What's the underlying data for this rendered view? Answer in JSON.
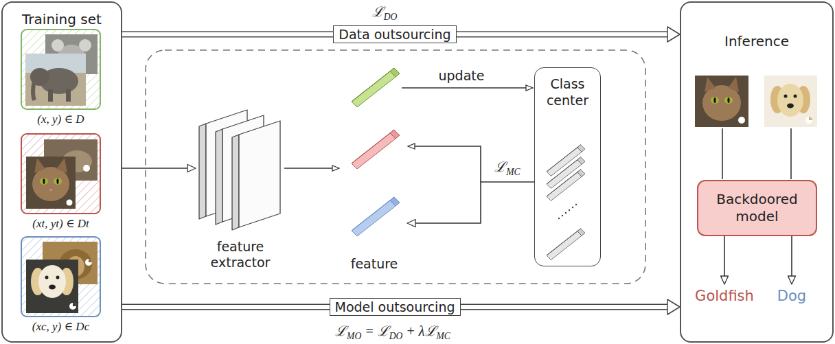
{
  "diagram": {
    "nodes": [
      {
        "text": [
          "Training set"
        ]
      },
      {
        "text": [
          "(x, y) ∈ D"
        ],
        "in": 0
      },
      {
        "text": [
          "(xt, yt) ∈ Dt"
        ],
        "in": 0
      },
      {
        "text": [
          "(xc, y) ∈ Dc"
        ],
        "in": 0
      },
      {
        "text": [
          "feature extractor"
        ]
      },
      {
        "text": [
          "feature"
        ]
      },
      {
        "text": [
          "Class center"
        ]
      },
      {
        "text": [
          "Inference"
        ]
      },
      {
        "text": [
          "Backdoored model"
        ],
        "in": 7
      },
      {
        "text": [
          "Goldfish"
        ],
        "in": 7
      },
      {
        "text": [
          "Dog"
        ],
        "in": 7
      }
    ],
    "edges": [
      {
        "from": 0,
        "to": 7,
        "label": "Data outsourcing",
        "arrow": "to"
      },
      {
        "from": 0,
        "to": 4,
        "arrow": "to"
      },
      {
        "from": 6,
        "to": 5,
        "label": "ℒMC",
        "arrow": "to"
      },
      {
        "from": 8,
        "to": 9,
        "arrow": "to"
      },
      {
        "from": 8,
        "to": 10,
        "arrow": "to"
      },
      {
        "from": 0,
        "to": 7,
        "label": "Model outsourcing",
        "arrow": "to"
      }
    ],
    "labels": [
      "ℒDO",
      "update",
      "ℒMO = ℒDO + λℒMC"
    ]
  }
}
